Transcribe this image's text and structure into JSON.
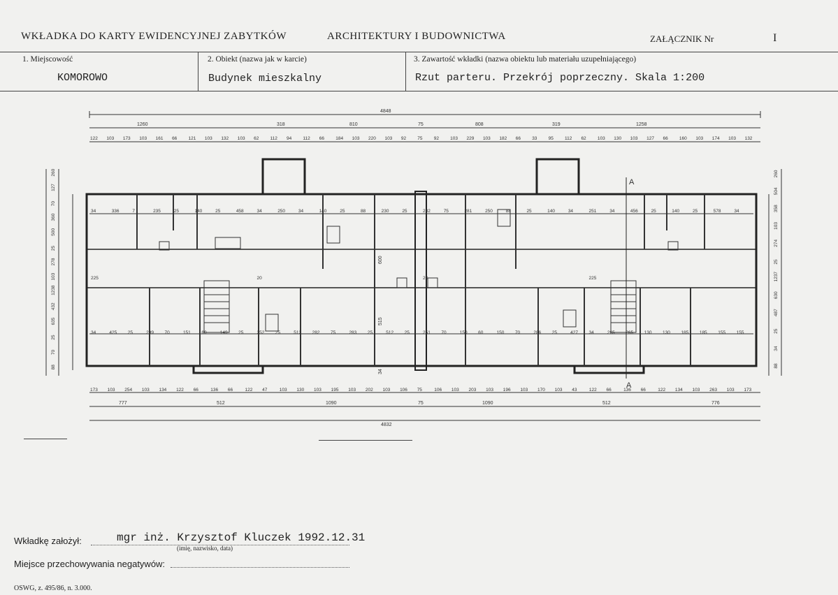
{
  "header": {
    "title_left": "WKŁADKA DO KARTY EWIDENCYJNEJ ZABYTKÓW",
    "title_mid": "ARCHITEKTURY I BUDOWNICTWA",
    "annex_label": "ZAŁĄCZNIK Nr",
    "annex_number": "I"
  },
  "fields": {
    "place_label": "1. Miejscowość",
    "place_value": "KOMOROWO",
    "object_label": "2. Obiekt (nazwa jak w karcie)",
    "object_value": "Budynek mieszkalny",
    "content_label": "3. Zawartość wkładki (nazwa obiektu lub materiału uzupełniającego)",
    "content_value": "Rzut parteru. Przekrój poprzeczny. Skala 1:200"
  },
  "plan": {
    "top_total": "4848",
    "top_group": [
      "1260",
      "318",
      "810",
      "75",
      "808",
      "319",
      "1258"
    ],
    "top_detail": [
      "122",
      "103",
      "173",
      "103",
      "161",
      "66",
      "121",
      "103",
      "132",
      "103",
      "62",
      "112",
      "94",
      "112",
      "66",
      "184",
      "103",
      "220",
      "103",
      "92",
      "75",
      "92",
      "103",
      "229",
      "103",
      "182",
      "66",
      "33",
      "95",
      "112",
      "62",
      "103",
      "130",
      "103",
      "127",
      "66",
      "160",
      "103",
      "174",
      "103",
      "132"
    ],
    "bottom_detail": [
      "173",
      "103",
      "254",
      "103",
      "134",
      "122",
      "66",
      "136",
      "66",
      "122",
      "47",
      "103",
      "130",
      "103",
      "195",
      "103",
      "202",
      "103",
      "106",
      "75",
      "106",
      "103",
      "203",
      "103",
      "196",
      "103",
      "170",
      "103",
      "43",
      "122",
      "66",
      "136",
      "66",
      "122",
      "134",
      "103",
      "263",
      "103",
      "173"
    ],
    "bottom_group": [
      "777",
      "512",
      "1090",
      "75",
      "1090",
      "512",
      "776"
    ],
    "bottom_total": "4832",
    "section_mark": "A",
    "room_dims": [
      "34",
      "336",
      "7",
      "235",
      "25",
      "140",
      "25",
      "458",
      "34",
      "250",
      "34",
      "140",
      "25",
      "88",
      "230",
      "25",
      "282",
      "75",
      "281",
      "250",
      "88",
      "25",
      "140",
      "34",
      "251",
      "34",
      "456",
      "25",
      "140",
      "25",
      "578",
      "34",
      "225",
      "20",
      "20",
      "225",
      "34",
      "425",
      "25",
      "299",
      "70",
      "151",
      "60",
      "149",
      "25",
      "252",
      "25",
      "512",
      "282",
      "75",
      "283",
      "25",
      "512",
      "25",
      "251",
      "70",
      "150",
      "60",
      "150",
      "70",
      "286",
      "25",
      "427",
      "34",
      "265",
      "265",
      "130",
      "130",
      "185",
      "185",
      "155",
      "155"
    ],
    "left_dims": [
      "260",
      "127",
      "70",
      "360",
      "500",
      "25",
      "278",
      "103",
      "1238",
      "432",
      "635",
      "25",
      "70",
      "88"
    ],
    "right_dims": [
      "260",
      "504",
      "358",
      "103",
      "274",
      "25",
      "1237",
      "630",
      "487",
      "25",
      "34",
      "88"
    ],
    "mid_vertical_dims": [
      "600",
      "515",
      "34"
    ]
  },
  "footer": {
    "created_label": "Wkładkę założył:",
    "created_value": "mgr inż. Krzysztof Kluczek 1992.12.31",
    "created_hint": "(imię, nazwisko, data)",
    "storage_label": "Miejsce przechowywania negatywów:",
    "print_code": "OSWG, z. 495/86, n. 3.000."
  }
}
